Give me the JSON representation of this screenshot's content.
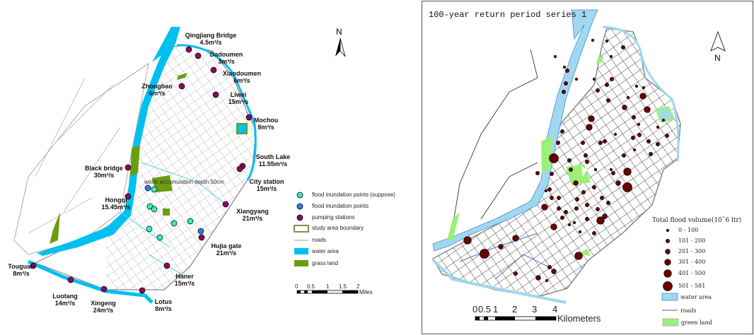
{
  "left_map": {
    "stations": [
      {
        "name": "Qingjiang Bridge",
        "flow": "4.5m³/s"
      },
      {
        "name": "Dadoumen",
        "flow": "3m³/s"
      },
      {
        "name": "Xiaodoumen",
        "flow": "6m³/s"
      },
      {
        "name": "Zhongbao",
        "flow": "6m³/s"
      },
      {
        "name": "Liwei",
        "flow": "15m³/s"
      },
      {
        "name": "Mochou",
        "flow": "8m³/s"
      },
      {
        "name": "Black bridge",
        "flow": "30m³/s"
      },
      {
        "name": "Hongqi",
        "flow": "15.45m³/s"
      },
      {
        "name": "South Lake",
        "flow": "11.55m³/s"
      },
      {
        "name": "City station",
        "flow": "15m³/s"
      },
      {
        "name": "Xiangyang",
        "flow": "21m³/s"
      },
      {
        "name": "Hujia gate",
        "flow": "21m³/s"
      },
      {
        "name": "Haner",
        "flow": "15m³/s"
      },
      {
        "name": "Touguan",
        "flow": "8m³/s"
      },
      {
        "name": "Luotang",
        "flow": "14m³/s"
      },
      {
        "name": "Xingeng",
        "flow": "24m³/s"
      },
      {
        "name": "Lotus",
        "flow": "8m³/s"
      }
    ],
    "annotation": "water accumulation depth:50cm",
    "north_label": "N",
    "legend": [
      {
        "label": "flood inundation points (suppose)",
        "color": "#3de8c0"
      },
      {
        "label": "flood inundation points",
        "color": "#2f7de0"
      },
      {
        "label": "pumping stations",
        "color": "#8b0a5e"
      },
      {
        "label": "study area boundary",
        "color": "#8a8a5a"
      },
      {
        "label": "roads",
        "color": "#999999"
      },
      {
        "label": "water area",
        "color": "#00c0f0"
      },
      {
        "label": "grass land",
        "color": "#6a9e10"
      }
    ],
    "scale": {
      "ticks": [
        "0",
        "0.5",
        "1",
        "1.5",
        "2"
      ],
      "unit": "Miles"
    }
  },
  "right_map": {
    "title": "100-year return period series 1",
    "north_label": "N",
    "legend_title": "Total flood volume(10ˆ6 ltr)",
    "volume_classes": [
      "0 - 100",
      "101 - 200",
      "201 - 300",
      "301 - 400",
      "401 - 500",
      "501 - 581"
    ],
    "legend_other": [
      {
        "label": "water area",
        "color": "#9fd8f0"
      },
      {
        "label": "roads",
        "color": "#666666"
      },
      {
        "label": "green land",
        "color": "#9cf07a"
      }
    ],
    "marker_color": "#6b0000",
    "scale": {
      "ticks": [
        "0",
        "0.5",
        "1",
        "2",
        "3",
        "4"
      ],
      "unit": "Kilometers"
    }
  }
}
